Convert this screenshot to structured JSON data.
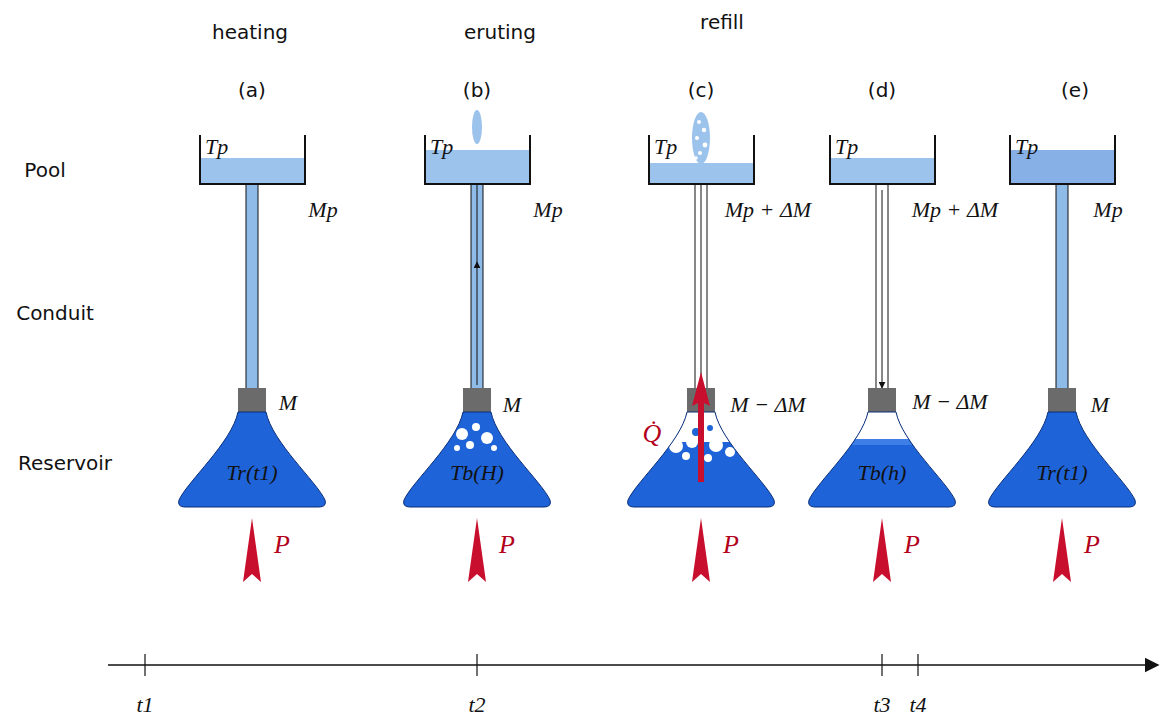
{
  "diagram": {
    "nodes": [
      {
        "text": [
          "Tp"
        ]
      },
      {
        "text": [
          "Tp"
        ]
      },
      {
        "text": [
          "Tp"
        ]
      },
      {
        "text": [
          "Tp"
        ]
      },
      {
        "text": [
          "Tp"
        ]
      },
      {
        "text": [
          "Tr(t1)"
        ]
      },
      {
        "text": [
          "Tb(H)"
        ]
      },
      {
        "text": [
          "Tb(h)"
        ]
      },
      {
        "text": [
          "Tr(t1)"
        ]
      }
    ],
    "labels": [
      "heating",
      "eruting",
      "refill",
      "(a)",
      "(b)",
      "(c)",
      "(d)",
      "(e)",
      "Pool",
      "Conduit",
      "Reservoir",
      "Mp",
      "M",
      "Mp",
      "M",
      "Mp + ΔM",
      "M − ΔM",
      "Q̇",
      "Mp + ΔM",
      "M − ΔM",
      "Mp",
      "M",
      "P",
      "P",
      "P",
      "P",
      "P",
      "t1",
      "t2",
      "t3",
      "t4"
    ]
  }
}
